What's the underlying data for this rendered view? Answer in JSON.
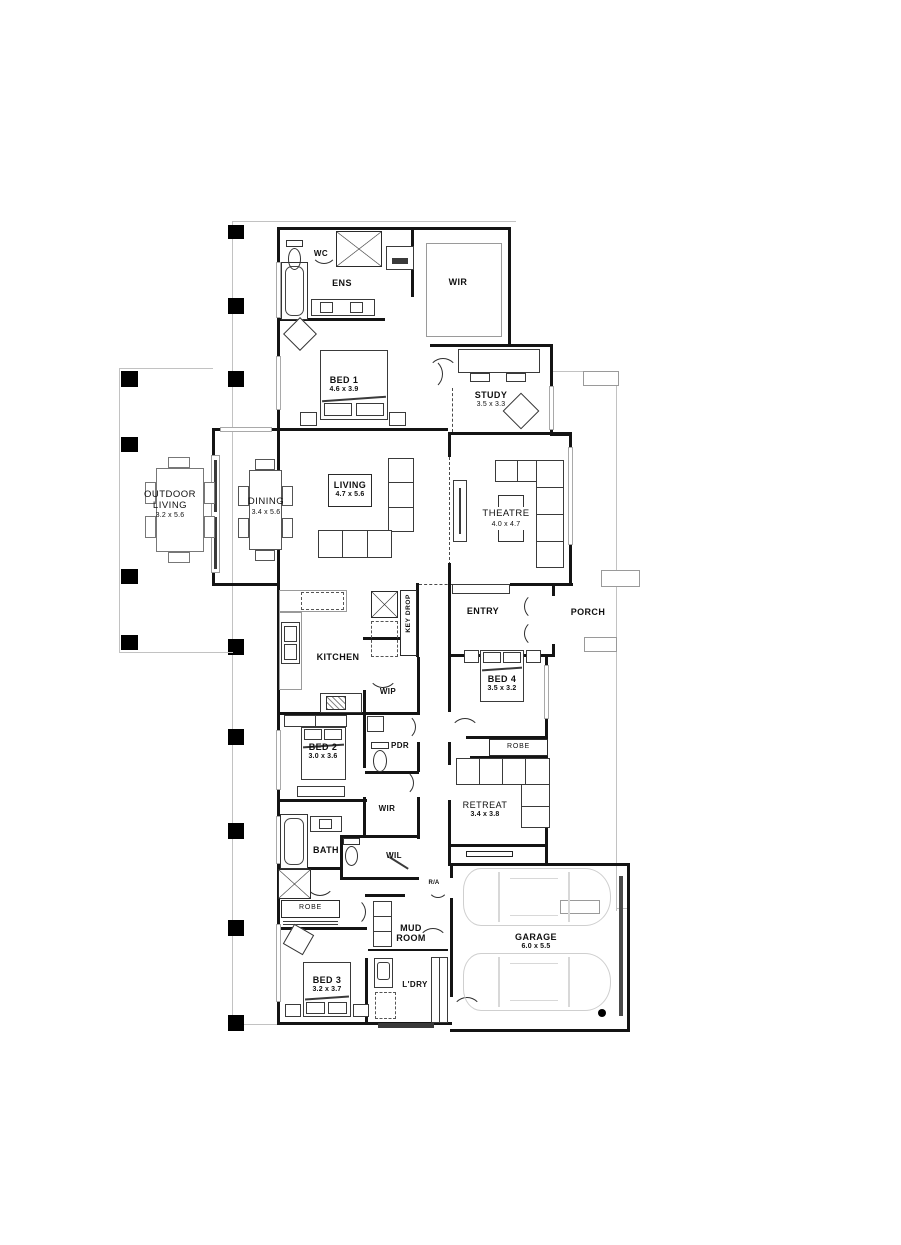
{
  "colors": {
    "wall": "#141414",
    "thin_line": "#c2c2c2",
    "furniture": "#333333",
    "car_outline": "#d0d0d0",
    "post": "#000000"
  },
  "rooms": {
    "wc": {
      "name": "WC"
    },
    "ens": {
      "name": "ENS"
    },
    "wir1": {
      "name": "WIR"
    },
    "bed1": {
      "name": "BED 1",
      "dims": "4.6 x 3.9"
    },
    "study": {
      "name": "STUDY",
      "dims": "3.5 x 3.3"
    },
    "outdoor_living": {
      "name": "OUTDOOR LIVING",
      "dims": "3.2 x 5.6"
    },
    "dining": {
      "name": "DINING",
      "dims": "3.4 x 5.6"
    },
    "living": {
      "name": "LIVING",
      "dims": "4.7 x 5.6"
    },
    "theatre": {
      "name": "THEATRE",
      "dims": "4.0 x 4.7"
    },
    "entry": {
      "name": "ENTRY"
    },
    "porch": {
      "name": "PORCH"
    },
    "key_drop": {
      "name": "KEY DROP"
    },
    "kitchen": {
      "name": "KITCHEN"
    },
    "wip": {
      "name": "WIP"
    },
    "bed4": {
      "name": "BED 4",
      "dims": "3.5 x 3.2"
    },
    "robe_bed4": {
      "name": "ROBE"
    },
    "bed2": {
      "name": "BED 2",
      "dims": "3.0 x 3.6"
    },
    "pdr": {
      "name": "PDR"
    },
    "wir2": {
      "name": "WIR"
    },
    "retreat": {
      "name": "RETREAT",
      "dims": "3.4 x 3.8"
    },
    "bath": {
      "name": "BATH"
    },
    "wil": {
      "name": "WIL"
    },
    "robe_bed3": {
      "name": "ROBE"
    },
    "ra": {
      "name": "R/A"
    },
    "mud_room": {
      "name": "MUD ROOM"
    },
    "bed3": {
      "name": "BED 3",
      "dims": "3.2 x 3.7"
    },
    "ldry": {
      "name": "L'DRY"
    },
    "garage": {
      "name": "GARAGE",
      "dims": "6.0 x 5.5"
    }
  }
}
